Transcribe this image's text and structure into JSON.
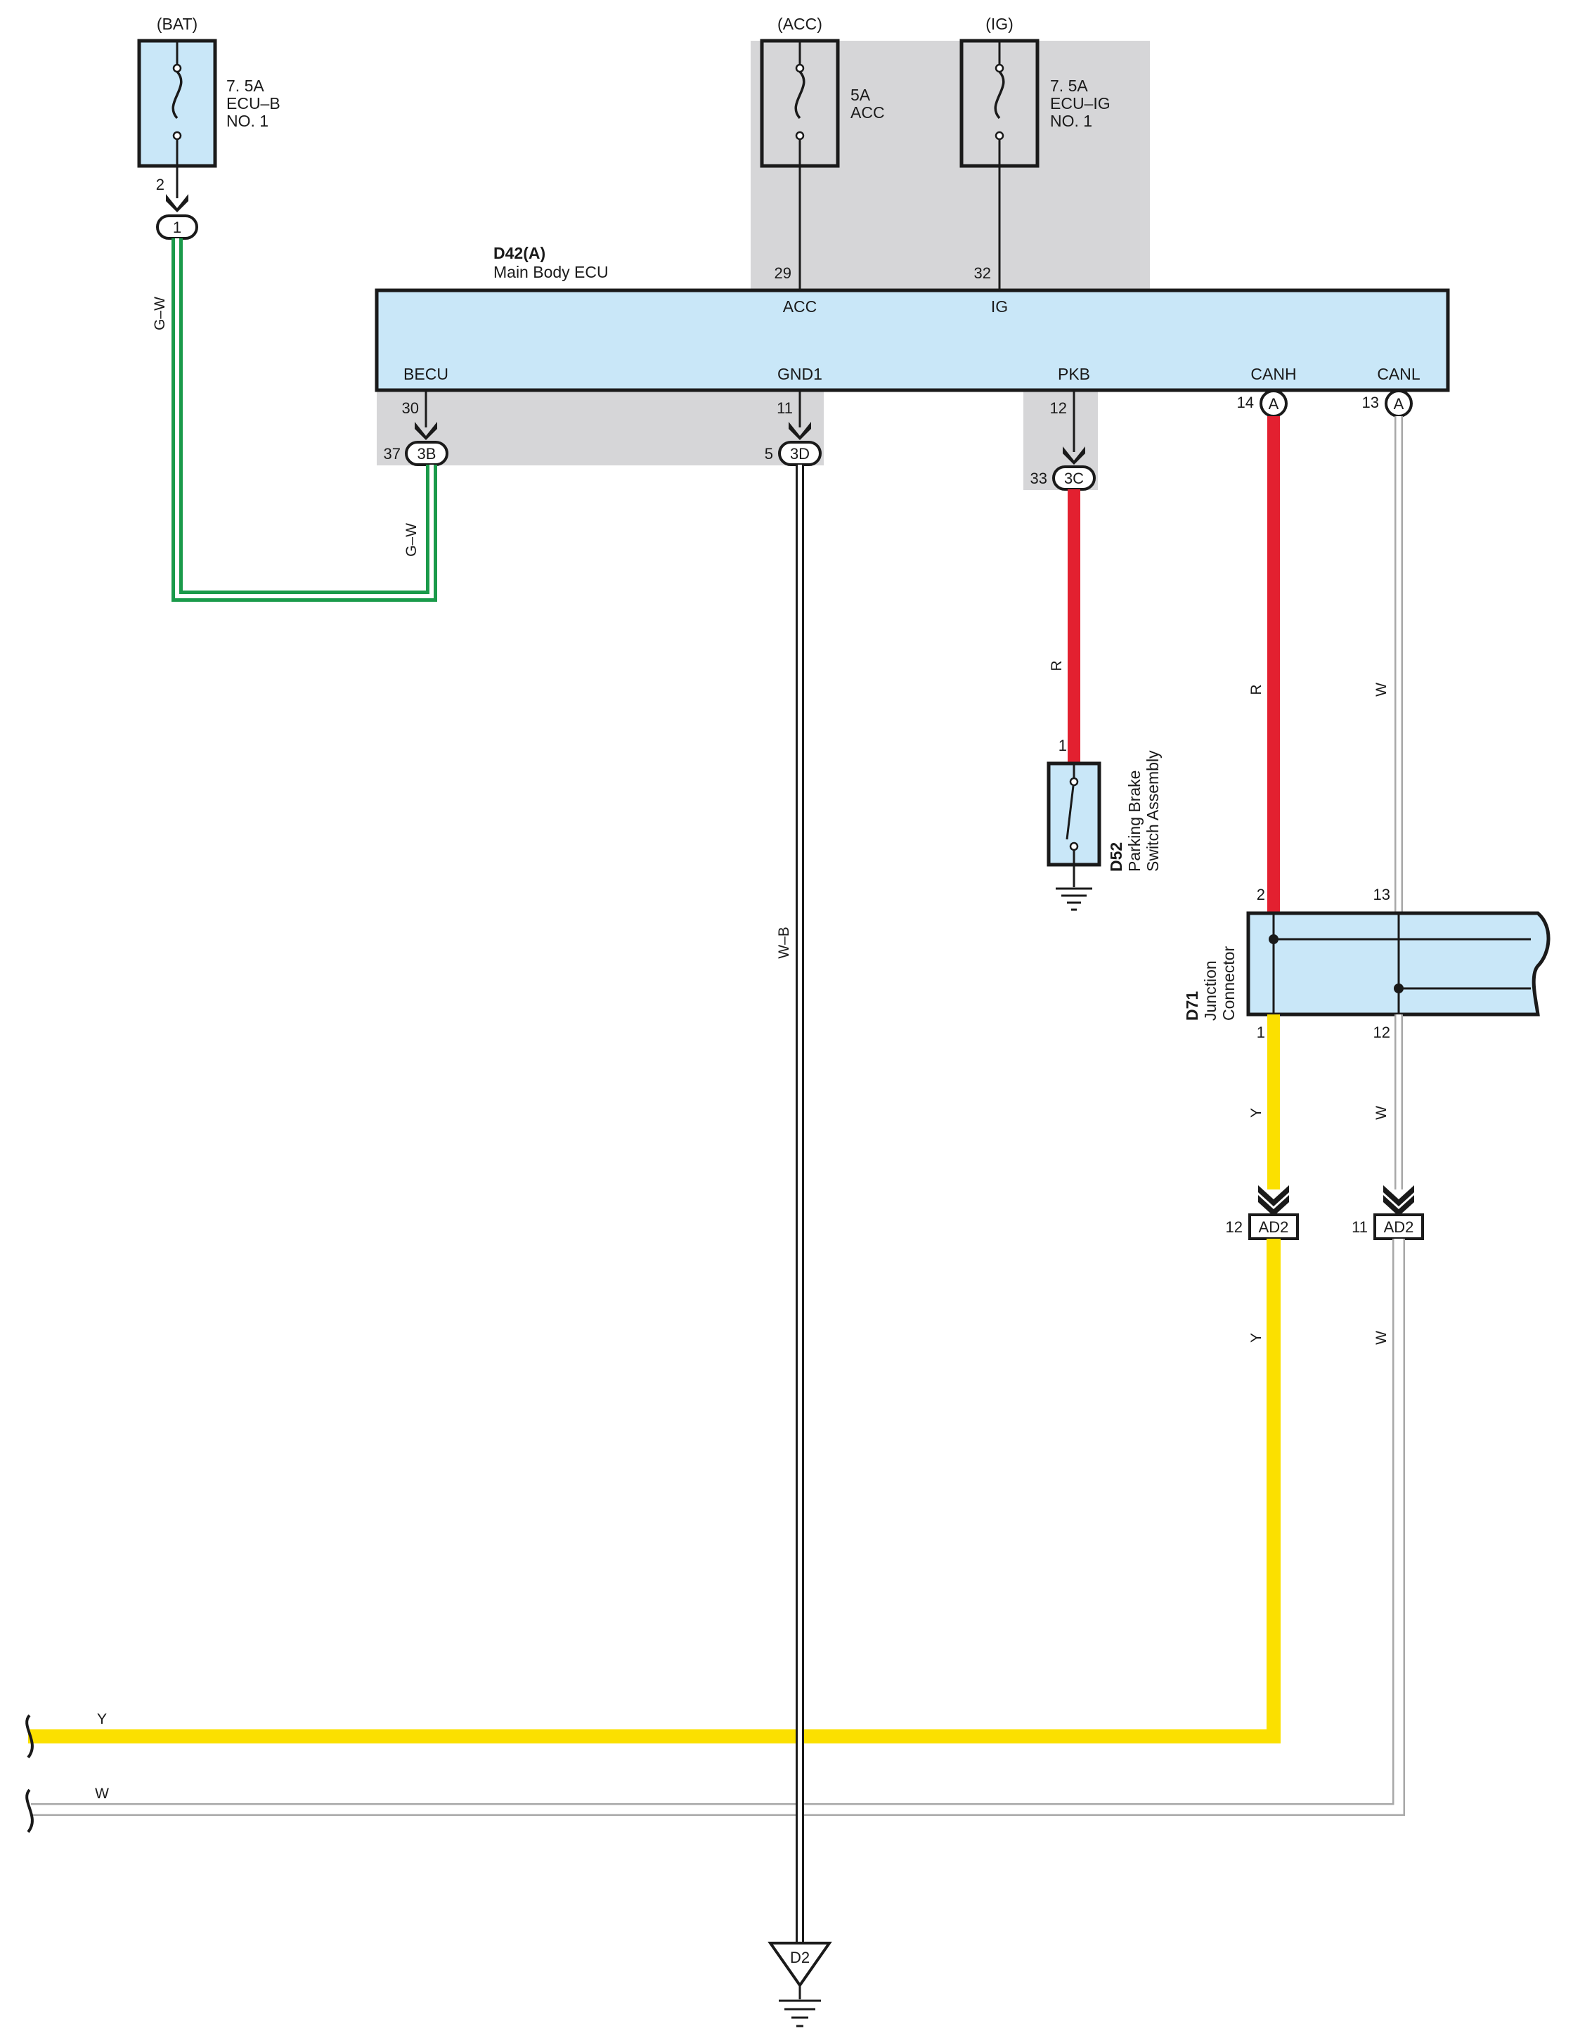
{
  "fuses": [
    {
      "source": "(BAT)",
      "line1": "7. 5A",
      "line2": "ECU–B",
      "line3": "NO. 1",
      "pin": "2"
    },
    {
      "source": "(ACC)",
      "line1": "5A",
      "line2": "ACC",
      "line3": "",
      "pin": "29"
    },
    {
      "source": "(IG)",
      "line1": "7. 5A",
      "line2": "ECU–IG",
      "line3": "NO. 1",
      "pin": "32"
    }
  ],
  "ecu": {
    "code": "D42(A)",
    "name": "Main Body ECU",
    "terminals": {
      "acc": "ACC",
      "ig": "IG",
      "becu": "BECU",
      "gnd1": "GND1",
      "pkb": "PKB",
      "canh": "CANH",
      "canl": "CANL"
    },
    "pins": {
      "becu": "30",
      "gnd1": "11",
      "pkb": "12",
      "canh": "14",
      "canl": "13"
    },
    "canh_tag": "A",
    "canl_tag": "A"
  },
  "connectors": {
    "c1": "1",
    "c3b": {
      "label": "3B",
      "pin": "37"
    },
    "c3d": {
      "label": "3D",
      "pin": "5"
    },
    "c3c": {
      "label": "3C",
      "pin": "33"
    },
    "ad2_y": {
      "label": "AD2",
      "pin": "12"
    },
    "ad2_w": {
      "label": "AD2",
      "pin": "11"
    }
  },
  "wires": {
    "gw_top": "G–W",
    "gw_bottom": "G–W",
    "wb": "W–B",
    "r_pkb": "R",
    "r_canh": "R",
    "w_canl": "W",
    "y_mid": "Y",
    "w_mid": "W",
    "y_low": "Y",
    "w_low": "W",
    "y_bus": "Y",
    "w_bus": "W"
  },
  "parking_switch": {
    "code": "D52",
    "line1": "Parking Brake",
    "line2": "Switch Assembly",
    "pin": "1"
  },
  "junction": {
    "code": "D71",
    "line1": "Junction",
    "line2": "Connector",
    "pin_in_h": "2",
    "pin_in_l": "13",
    "pin_out_h": "1",
    "pin_out_l": "12"
  },
  "ground": {
    "label": "D2"
  },
  "colors": {
    "ecu_fill": "#c9e7f8",
    "shade": "#d6d6d8",
    "green": "#1a9a4a",
    "red": "#e32030",
    "yellow": "#fbe000",
    "white_wire": "#a8a8a8",
    "outline": "#1a1a1a"
  }
}
